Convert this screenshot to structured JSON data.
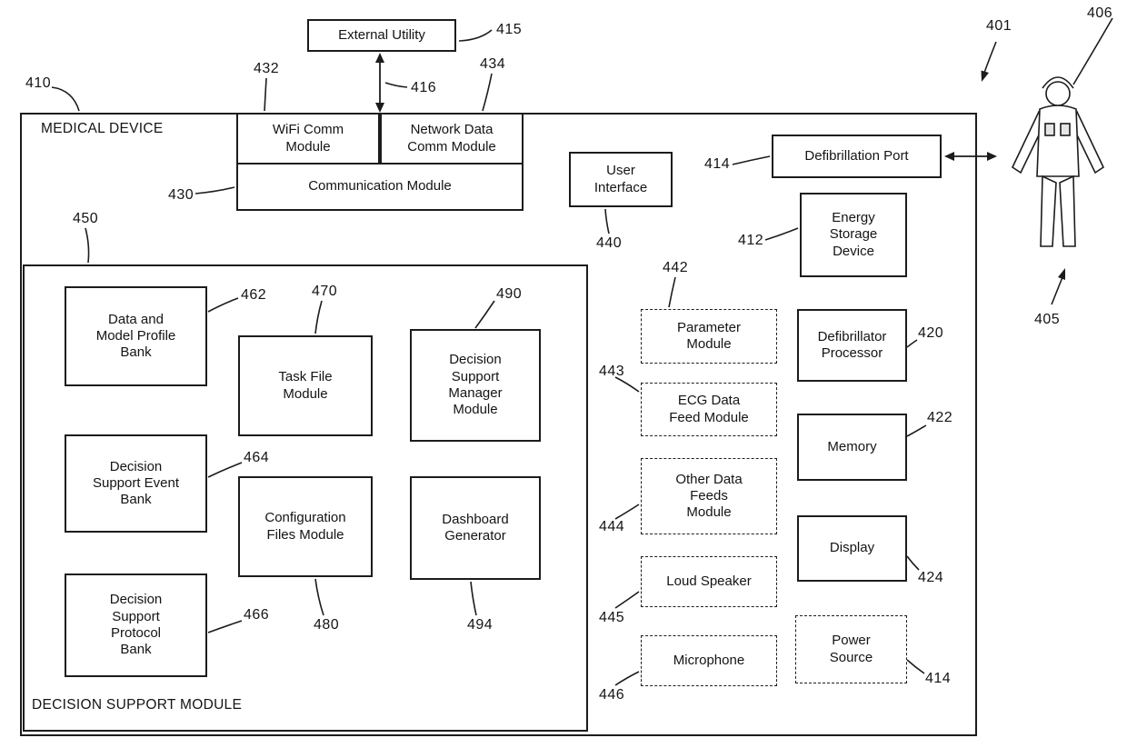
{
  "frames": {
    "medical_device": "MEDICAL DEVICE",
    "decision_support_module": "DECISION SUPPORT MODULE"
  },
  "boxes": {
    "external_utility": "External Utility",
    "wifi_comm": "WiFi Comm\nModule",
    "network_data_comm": "Network Data\nComm Module",
    "communication": "Communication Module",
    "user_interface": "User\nInterface",
    "defibrillation_port": "Defibrillation Port",
    "energy_storage": "Energy\nStorage\nDevice",
    "data_model_profile_bank": "Data and\nModel Profile\nBank",
    "task_file": "Task File\nModule",
    "decision_support_manager": "Decision\nSupport\nManager\nModule",
    "decision_support_event_bank": "Decision\nSupport Event\nBank",
    "configuration_files": "Configuration\nFiles Module",
    "dashboard_generator": "Dashboard\nGenerator",
    "decision_support_protocol_bank": "Decision\nSupport\nProtocol\nBank",
    "parameter": "Parameter\nModule",
    "ecg_data_feed": "ECG Data\nFeed Module",
    "other_data_feeds": "Other Data\nFeeds\nModule",
    "loud_speaker": "Loud Speaker",
    "microphone": "Microphone",
    "defibrillator_processor": "Defibrillator\nProcessor",
    "memory": "Memory",
    "display": "Display",
    "power_source": "Power\nSource"
  },
  "refs": {
    "401": "401",
    "405": "405",
    "406": "406",
    "410": "410",
    "412": "412",
    "414": "414",
    "415": "415",
    "416": "416",
    "420": "420",
    "422": "422",
    "424": "424",
    "430": "430",
    "432": "432",
    "434": "434",
    "440": "440",
    "442": "442",
    "443": "443",
    "444": "444",
    "445": "445",
    "446": "446",
    "450": "450",
    "462": "462",
    "464": "464",
    "466": "466",
    "470": "470",
    "480": "480",
    "490": "490",
    "494": "494"
  },
  "colors": {
    "line": "#1c1c1c",
    "background": "#ffffff"
  }
}
